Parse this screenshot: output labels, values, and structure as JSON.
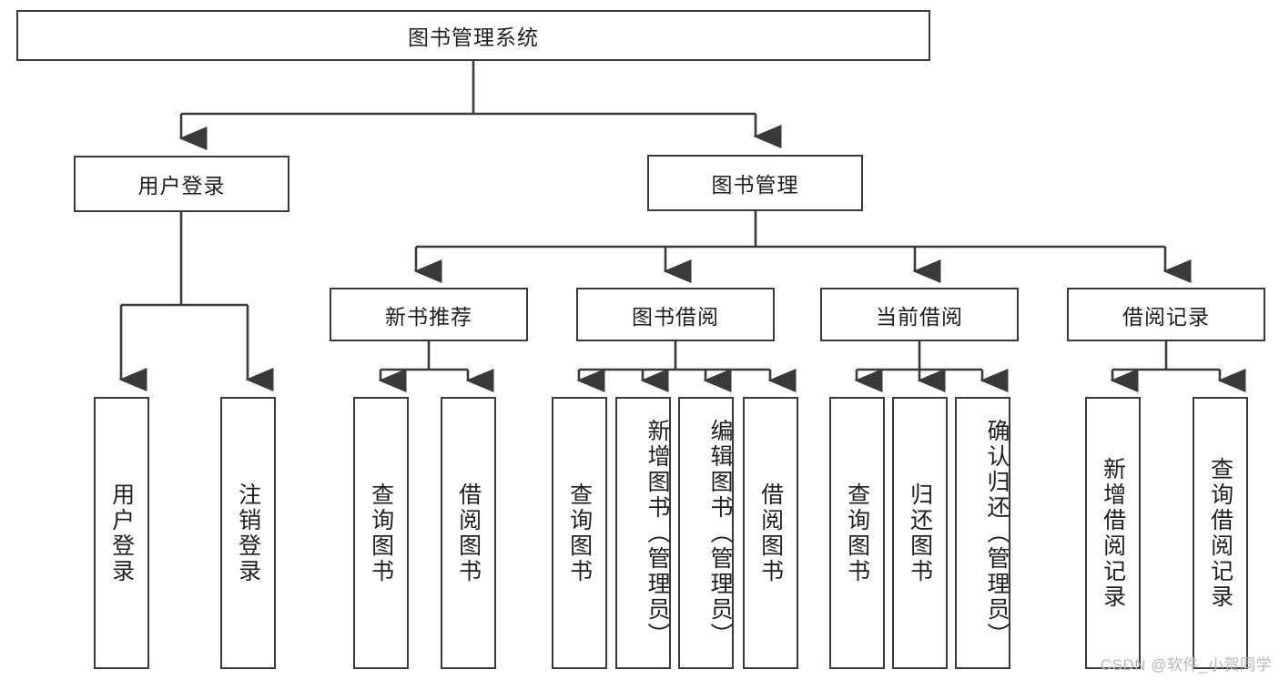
{
  "diagram": {
    "title": "图书管理系统",
    "root": {
      "id": "root",
      "label": "图书管理系统"
    },
    "level1": [
      {
        "id": "user-login",
        "label": "用户登录"
      },
      {
        "id": "book-management",
        "label": "图书管理"
      }
    ],
    "level2": [
      {
        "id": "new-book-recommend",
        "label": "新书推荐"
      },
      {
        "id": "book-borrow",
        "label": "图书借阅"
      },
      {
        "id": "current-borrow",
        "label": "当前借阅"
      },
      {
        "id": "borrow-record",
        "label": "借阅记录"
      }
    ],
    "leaves": {
      "user_login": [
        {
          "id": "leaf-user-login",
          "label": "用户登录"
        },
        {
          "id": "leaf-logout-login",
          "label": "注销登录"
        }
      ],
      "new_book_recommend": [
        {
          "id": "leaf-query-book-1",
          "label": "查询图书"
        },
        {
          "id": "leaf-borrow-book-1",
          "label": "借阅图书"
        }
      ],
      "book_borrow": [
        {
          "id": "leaf-query-book-2",
          "label": "查询图书"
        },
        {
          "id": "leaf-add-book-admin",
          "label": "新增图书（管理员）"
        },
        {
          "id": "leaf-edit-book-admin",
          "label": "编辑图书（管理员）"
        },
        {
          "id": "leaf-borrow-book-2",
          "label": "借阅图书"
        }
      ],
      "current_borrow": [
        {
          "id": "leaf-query-book-3",
          "label": "查询图书"
        },
        {
          "id": "leaf-return-book",
          "label": "归还图书"
        },
        {
          "id": "leaf-confirm-return-admin",
          "label": "确认归还（管理员）"
        }
      ],
      "borrow_record": [
        {
          "id": "leaf-add-borrow-record",
          "label": "新增借阅记录"
        },
        {
          "id": "leaf-query-borrow-record",
          "label": "查询借阅记录"
        }
      ]
    },
    "watermark": "CSDN @软件_小贺同学",
    "colors": {
      "stroke": "#3a3a3a",
      "fill": "#ffffff",
      "text": "#1f1f1f",
      "watermark": "#b8b8b8"
    }
  }
}
